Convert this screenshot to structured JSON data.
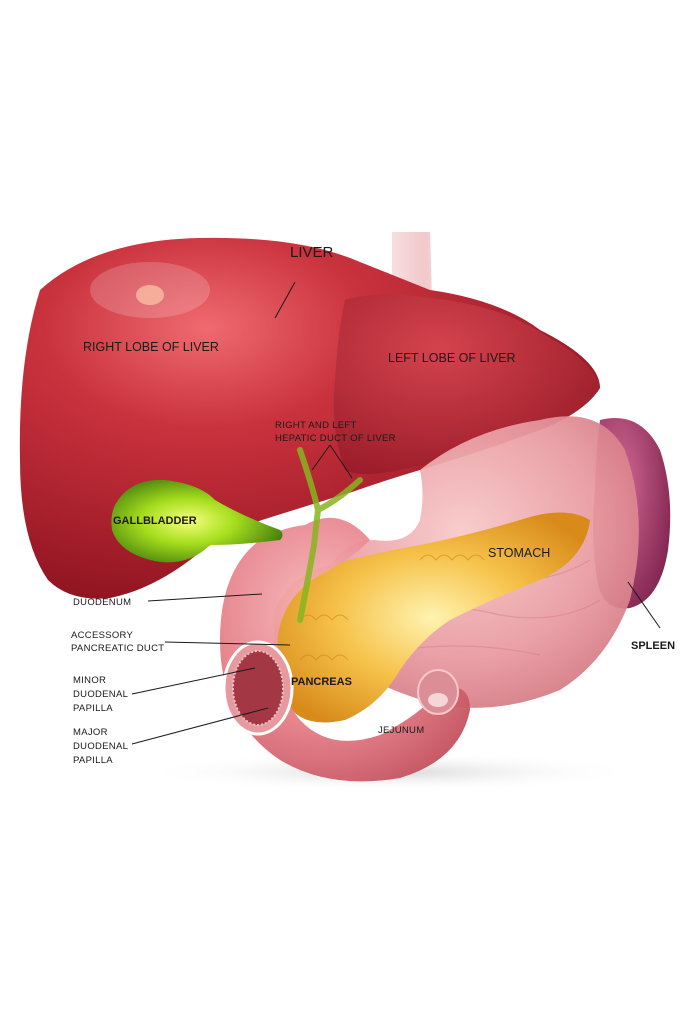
{
  "labels": {
    "liver": "LIVER",
    "right_lobe": "RIGHT LOBE OF LIVER",
    "left_lobe": "LEFT LOBE OF LIVER",
    "hepatic_duct_line1": "RIGHT AND LEFT",
    "hepatic_duct_line2": "HEPATIC DUCT OF LIVER",
    "gallbladder": "GALLBLADDER",
    "stomach": "STOMACH",
    "duodenum": "DUODENUM",
    "accessory_duct_line1": "ACCESSORY",
    "accessory_duct_line2": "PANCREATIC DUCT",
    "spleen": "SPLEEN",
    "minor_papilla_line1": "MINOR",
    "minor_papilla_line2": "DUODENAL",
    "minor_papilla_line3": "PAPILLA",
    "pancreas": "PANCREAS",
    "major_papilla_line1": "MAJOR",
    "major_papilla_line2": "DUODENAL",
    "major_papilla_line3": "PAPILLA",
    "jejunum": "JEJUNUM"
  },
  "colors": {
    "liver": "#b3212e",
    "liver_highlight": "#e8575f",
    "gallbladder": "#8fd11a",
    "stomach": "#e69aa0",
    "duodenum": "#e07d85",
    "pancreas": "#f3b53a",
    "spleen": "#a23a6a",
    "esophagus": "#f1c9cc",
    "duct": "#86b51e",
    "label": "#1a1a1a"
  }
}
